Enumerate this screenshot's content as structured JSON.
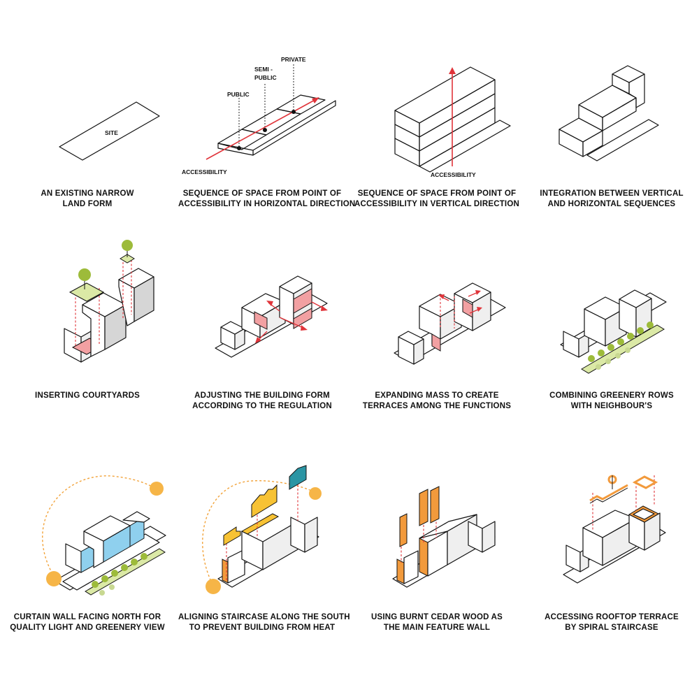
{
  "colors": {
    "red": "#e0343a",
    "orange": "#f0934e",
    "yellow": "#f7c234",
    "teal": "#2a95a4",
    "pink": "#f2a0a2",
    "green": "#9dbb3a",
    "light_green": "#dbe9a6",
    "glass_blue": "#8fd0ee",
    "wood": "#f29a3c",
    "sun": "#f6b547"
  },
  "panels": [
    {
      "id": "site",
      "labels": {
        "site": "SITE"
      },
      "caption": [
        "AN EXISTING NARROW",
        "LAND FORM"
      ]
    },
    {
      "id": "horizontal-sequence",
      "labels": {
        "public": "PUBLIC",
        "semi_public_1": "SEMI -",
        "semi_public_2": "PUBLIC",
        "private": "PRIVATE",
        "accessibility": "ACCESSIBILITY"
      },
      "caption": [
        "SEQUENCE OF SPACE FROM POINT OF",
        "ACCESSIBILITY IN HORIZONTAL DIRECTION"
      ]
    },
    {
      "id": "vertical-sequence",
      "labels": {
        "accessibility": "ACCESSIBILITY"
      },
      "caption": [
        "SEQUENCE OF SPACE FROM POINT OF",
        "ACCESSIBILITY IN VERTICAL DIRECTION"
      ]
    },
    {
      "id": "integration",
      "caption": [
        "INTEGRATION BETWEEN VERTICAL",
        "AND HORIZONTAL SEQUENCES"
      ]
    },
    {
      "id": "courtyards",
      "caption": [
        "INSERTING COURTYARDS"
      ]
    },
    {
      "id": "regulation",
      "caption": [
        "ADJUSTING THE BUILDING FORM",
        "ACCORDING TO THE REGULATION"
      ]
    },
    {
      "id": "terraces",
      "caption": [
        "EXPANDING MASS TO CREATE",
        "TERRACES AMONG THE FUNCTIONS"
      ]
    },
    {
      "id": "greenery",
      "caption": [
        "COMBINING GREENERY ROWS",
        "WITH NEIGHBOUR'S"
      ]
    },
    {
      "id": "curtain-wall",
      "caption": [
        "CURTAIN WALL FACING NORTH FOR",
        "QUALITY LIGHT AND GREENERY VIEW"
      ]
    },
    {
      "id": "staircase",
      "caption": [
        "ALIGNING STAIRCASE ALONG THE SOUTH",
        "TO PREVENT BUILDING FROM HEAT"
      ]
    },
    {
      "id": "cedar-wood",
      "caption": [
        "USING BURNT CEDAR WOOD AS",
        "THE MAIN FEATURE WALL"
      ]
    },
    {
      "id": "rooftop",
      "caption": [
        "ACCESSING ROOFTOP TERRACE",
        "BY SPIRAL STAIRCASE"
      ]
    }
  ]
}
